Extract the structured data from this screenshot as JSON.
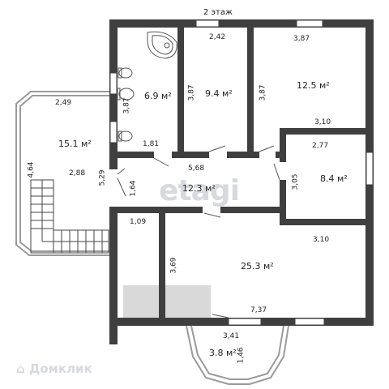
{
  "plan": {
    "floor_title": "2 этаж",
    "rooms": [
      {
        "id": "bathroom",
        "area": "6.9 м²"
      },
      {
        "id": "bedroom-small",
        "area": "9.4 м²"
      },
      {
        "id": "bedroom-top-right",
        "area": "12.5 м²"
      },
      {
        "id": "room-right",
        "area": "8.4 м²"
      },
      {
        "id": "hall",
        "area": "12.3 м²"
      },
      {
        "id": "living",
        "area": "25.3 м²"
      },
      {
        "id": "terrace",
        "area": "15.1 м²"
      },
      {
        "id": "bay-balcony",
        "area": "3.8 м²"
      }
    ],
    "dims": {
      "d242": "2,42",
      "d387a": "3,87",
      "d387b": "3,87",
      "d387c": "3,87",
      "d387d": "3,87",
      "d310a": "3,10",
      "d277": "2,77",
      "d305": "3,05",
      "d181": "1,81",
      "d568": "5,68",
      "d164": "1,64",
      "d529": "5,29",
      "d109": "1,09",
      "d310b": "3,10",
      "d369": "3,69",
      "d737": "7,37",
      "d341": "3,41",
      "d146": "1,46",
      "d249": "2,49",
      "d464": "4,64",
      "d288": "2,88"
    },
    "watermark_center": "etagi",
    "watermark_corner": "Домклик",
    "colors": {
      "wall": "#3f3f3f",
      "window": "#ffffff",
      "shade": "#dcdcdc",
      "stairs": "#555555"
    }
  }
}
